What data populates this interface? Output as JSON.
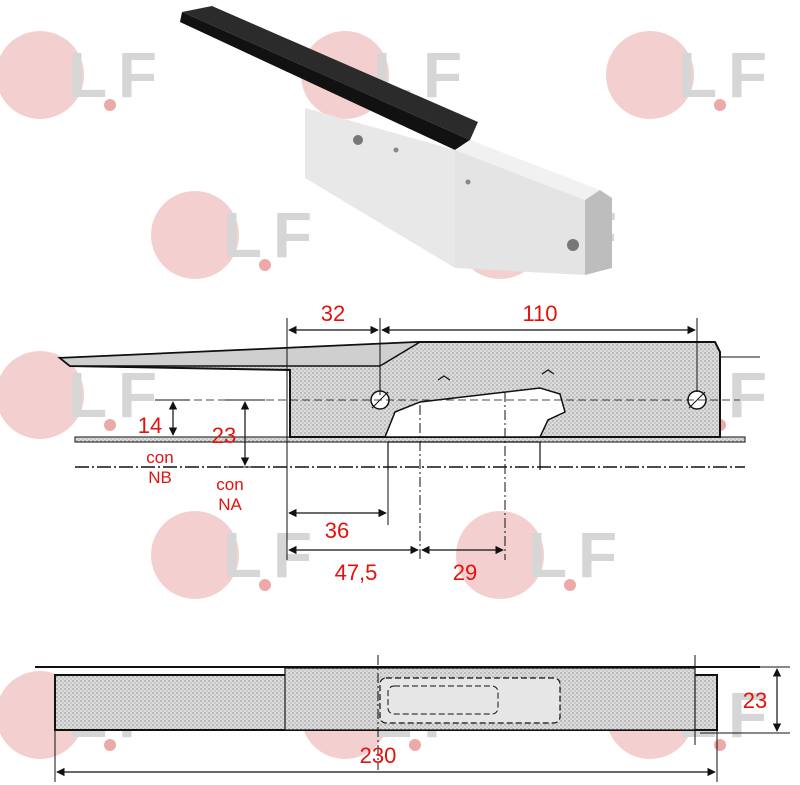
{
  "watermark": {
    "text_left": "L",
    "text_right": "F"
  },
  "colors": {
    "dimension": "#e3120b",
    "watermark_disc": "#f3c7c7",
    "watermark_letters": "#c8c8c8",
    "part_fill": "#d9d9d9",
    "line": "#111111",
    "handle_dark": "#2b2b2b",
    "body_light": "#e6e6e6"
  },
  "dimensions": {
    "d32": "32",
    "d110": "110",
    "d14": "14",
    "d23_side": "23",
    "con_nb_1": "con",
    "con_nb_2": "NB",
    "con_na_1": "con",
    "con_na_2": "NA",
    "d36": "36",
    "d47_5": "47,5",
    "d29": "29",
    "d230": "230",
    "d23_top": "23"
  }
}
